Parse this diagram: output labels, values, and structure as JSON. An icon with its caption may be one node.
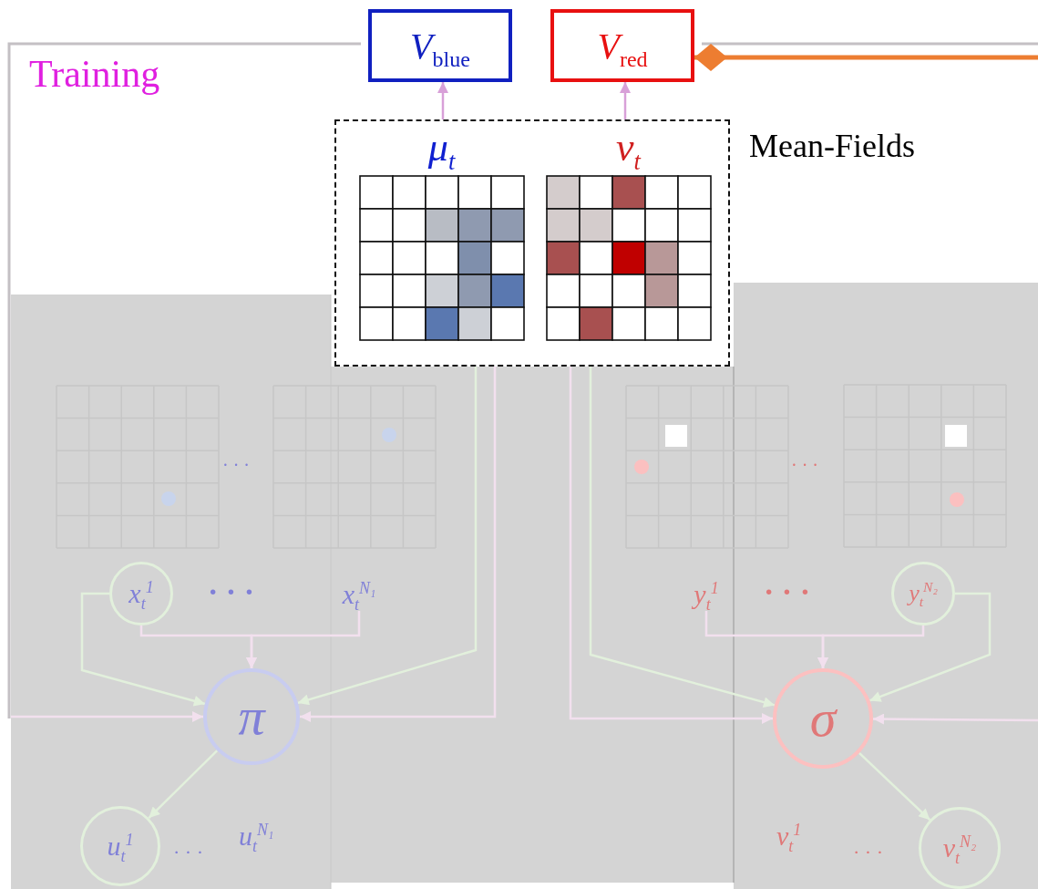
{
  "diagram": {
    "nodes": [
      {
        "text": [
          "*V*$_{blue}$"
        ]
      },
      {
        "text": [
          "*V*$_{red}$"
        ]
      },
      {
        "text": [
          "Mean-Fields"
        ]
      },
      {
        "text": [
          "μ$_{t}$"
        ],
        "in": 2
      },
      {
        "text": [
          "ν$_{t}$"
        ],
        "in": 2
      },
      {
        "text": [
          "x$_{t}$$^{1}$"
        ]
      },
      {
        "text": [
          "x$_{t}$$^{N₁}$"
        ]
      },
      {
        "text": [
          "π"
        ]
      },
      {
        "text": [
          "u$_{t}$$^{1}$"
        ]
      },
      {
        "text": [
          "y$_{t}$$^{1}$"
        ]
      },
      {
        "text": [
          "y$_{t}$$^{N₂}$"
        ]
      },
      {
        "text": [
          "σ"
        ]
      },
      {
        "text": [
          "v$_{t}$$^{N₂}$"
        ]
      }
    ],
    "edges": [
      {
        "from": 2,
        "to": 0,
        "arrow": "to",
        "color": "#d8a0d8"
      },
      {
        "from": 2,
        "to": 1,
        "arrow": "to",
        "color": "#d8a0d8"
      },
      {
        "from": 1,
        "to": null,
        "arrow": "other",
        "style": "thick",
        "color": "#ed7d31"
      },
      {
        "from": 5,
        "to": 7,
        "arrow": "to",
        "color": "#e2f0dc"
      },
      {
        "from": 5,
        "to": 7,
        "arrow": "to",
        "color": "#f2e0ee"
      },
      {
        "from": 6,
        "to": 7,
        "arrow": "to",
        "color": "#f2e0ee"
      },
      {
        "from": 2,
        "to": 7,
        "arrow": "to",
        "color": "#e2f0dc"
      },
      {
        "from": 2,
        "to": 7,
        "arrow": "to",
        "color": "#f2e0ee"
      },
      {
        "from": null,
        "to": 7,
        "arrow": "to",
        "color": "#f2e0ee"
      },
      {
        "from": 7,
        "to": 8,
        "arrow": "to",
        "color": "#e2f0dc"
      },
      {
        "from": 2,
        "to": 11,
        "arrow": "to",
        "color": "#f2e0ee"
      },
      {
        "from": 2,
        "to": 11,
        "arrow": "to",
        "color": "#e2f0dc"
      },
      {
        "from": 9,
        "to": 11,
        "arrow": "to",
        "color": "#f2e0ee"
      },
      {
        "from": 10,
        "to": 11,
        "arrow": "to",
        "color": "#f2e0ee"
      },
      {
        "from": 10,
        "to": 11,
        "arrow": "to",
        "color": "#e2f0dc"
      },
      {
        "from": null,
        "to": 11,
        "arrow": "to",
        "color": "#f2e0ee"
      },
      {
        "from": 11,
        "to": 12,
        "arrow": "to",
        "color": "#e2f0dc"
      }
    ],
    "labels": [
      "Training",
      "· · ·",
      "· · ·",
      "· · ·",
      "· · ·",
      "· · ·",
      "u$_{t}$$^{N₁}$",
      "v$_{t}$$^{1}$",
      "· · ·"
    ]
  }
}
